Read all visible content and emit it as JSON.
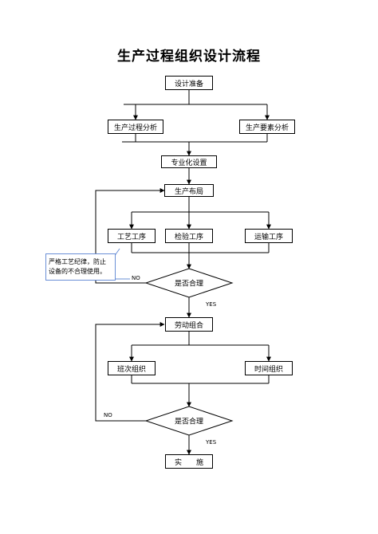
{
  "title": "生产过程组织设计流程",
  "nodes": {
    "design_prep": "设计准备",
    "process_analysis": "生产过程分析",
    "element_analysis": "生产要素分析",
    "specialization": "专业化设置",
    "layout": "生产布局",
    "craft_process": "工艺工序",
    "inspection_process": "检验工序",
    "transport_process": "运输工序",
    "decision_1": "是否合理",
    "labor_combination": "劳动组合",
    "shift_organization": "班次组织",
    "time_organization": "时间组织",
    "decision_2": "是否合理",
    "implement": "实　　施"
  },
  "labels": {
    "no_1": "NO",
    "yes_1": "YES",
    "no_2": "NO",
    "yes_2": "YES"
  },
  "callout": {
    "line1": "严格工艺纪律，防止",
    "line2": "设备的不合理使用。"
  }
}
